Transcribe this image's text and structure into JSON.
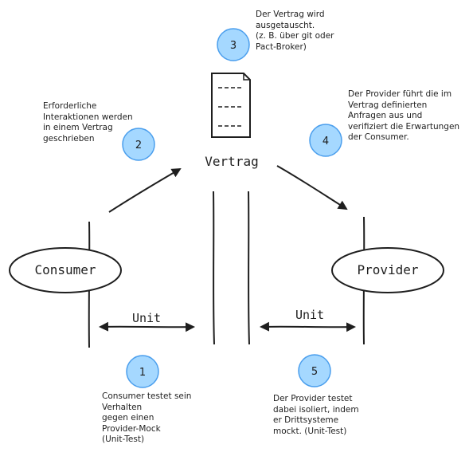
{
  "nodes": {
    "consumer": "Consumer",
    "provider": "Provider",
    "contract": "Vertrag"
  },
  "edges": {
    "unit_left": "Unit",
    "unit_right": "Unit"
  },
  "steps": [
    {
      "number": "1",
      "text": "Consumer testet sein\nVerhalten\ngegen einen\nProvider-Mock\n(Unit-Test)"
    },
    {
      "number": "2",
      "text": "Erforderliche\nInteraktionen werden\nin einem Vertrag\ngeschrieben"
    },
    {
      "number": "3",
      "text": "Der Vertrag wird\nausgetauscht.\n(z. B. über git oder\nPact-Broker)"
    },
    {
      "number": "4",
      "text": "Der Provider führt die im\nVertrag definierten\nAnfragen aus und\nverifiziert die Erwartungen\nder Consumer."
    },
    {
      "number": "5",
      "text": "Der Provider testet\ndabei isoliert, indem\ner Drittsysteme\nmockt. (Unit-Test)"
    }
  ],
  "document_icon": "document-icon",
  "colors": {
    "badge_fill": "#a5d8ff",
    "badge_stroke": "#4a9eed",
    "stroke": "#1e1e1e"
  }
}
